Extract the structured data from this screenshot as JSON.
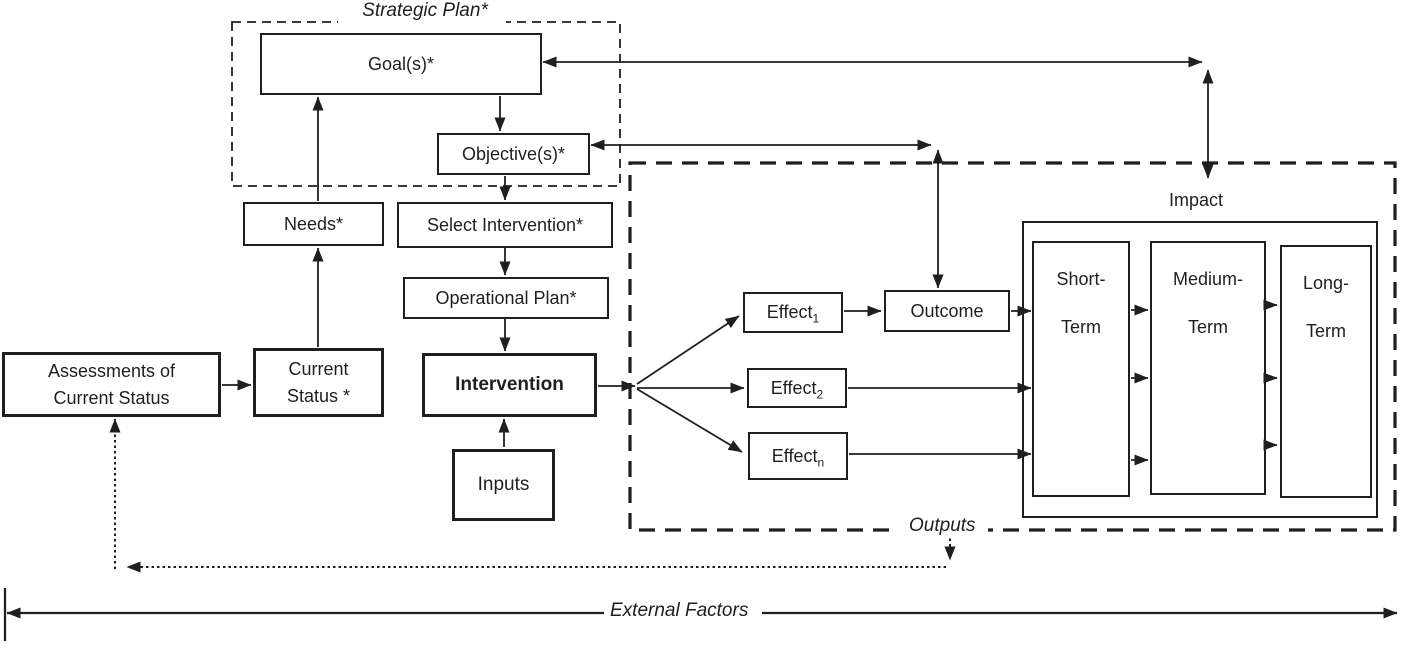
{
  "colors": {
    "ink": "#1f1f1f",
    "paper": "#ffffff"
  },
  "strategic_plan": {
    "title": "Strategic Plan*",
    "goals": "Goal(s)*",
    "objectives": "Objective(s)*"
  },
  "assessment_flow": {
    "assessments_line1": "Assessments of",
    "assessments_line2": "Current Status",
    "current_status_line1": "Current",
    "current_status_line2": "Status *",
    "needs": "Needs*"
  },
  "implementation_flow": {
    "select_intervention": "Select Intervention*",
    "operational_plan": "Operational Plan*",
    "intervention": "Intervention",
    "inputs": "Inputs"
  },
  "outputs": {
    "label": "Outputs",
    "effects": [
      {
        "base": "Effect",
        "sub": "1"
      },
      {
        "base": "Effect",
        "sub": "2"
      },
      {
        "base": "Effect",
        "sub": "n"
      }
    ],
    "outcome": "Outcome"
  },
  "impact": {
    "label": "Impact",
    "terms": [
      {
        "line1": "Short-",
        "line2": "Term"
      },
      {
        "line1": "Medium-",
        "line2": "Term"
      },
      {
        "line1": "Long-",
        "line2": "Term"
      }
    ]
  },
  "footer": {
    "external_factors": "External Factors"
  }
}
